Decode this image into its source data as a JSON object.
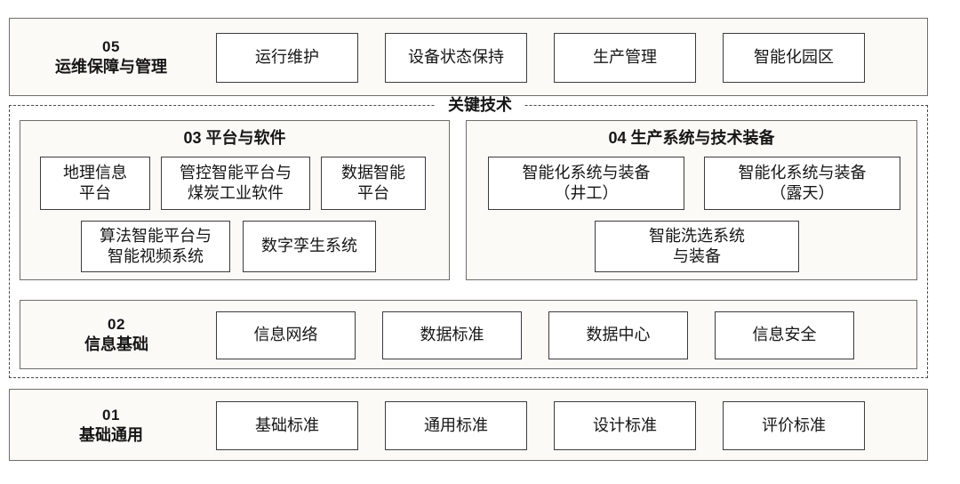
{
  "diagram": {
    "key_tech_caption": "关键技术",
    "colors": {
      "page_background": "#ffffff",
      "band_fill": "#fbfaf7",
      "band_border": "#6f6d69",
      "box_fill": "#ffffff",
      "box_border": "#3c3c3c",
      "dashed_border": "#4a4a4a",
      "text": "#161616"
    }
  },
  "layers": {
    "ops": {
      "number": "05",
      "title": "运维保障与管理",
      "items": [
        {
          "label": "运行维护"
        },
        {
          "label": "设备状态保持"
        },
        {
          "label": "生产管理"
        },
        {
          "label": "智能化园区"
        }
      ]
    },
    "platform": {
      "number": "03",
      "title": "平台与软件",
      "heading": "03 平台与软件",
      "row1": [
        {
          "label": "地理信息\n平台"
        },
        {
          "label": "管控智能平台与\n煤炭工业软件"
        },
        {
          "label": "数据智能\n平台"
        }
      ],
      "row2": [
        {
          "label": "算法智能平台与\n智能视频系统"
        },
        {
          "label": "数字孪生系统"
        }
      ]
    },
    "production": {
      "number": "04",
      "title": "生产系统与技术装备",
      "heading": "04 生产系统与技术装备",
      "row1": [
        {
          "label": "智能化系统与装备\n（井工）"
        },
        {
          "label": "智能化系统与装备\n（露天）"
        }
      ],
      "row2": [
        {
          "label": "智能洗选系统\n与装备"
        }
      ]
    },
    "infrastructure": {
      "number": "02",
      "title": "信息基础",
      "items": [
        {
          "label": "信息网络"
        },
        {
          "label": "数据标准"
        },
        {
          "label": "数据中心"
        },
        {
          "label": "信息安全"
        }
      ]
    },
    "foundation": {
      "number": "01",
      "title": "基础通用",
      "items": [
        {
          "label": "基础标准"
        },
        {
          "label": "通用标准"
        },
        {
          "label": "设计标准"
        },
        {
          "label": "评价标准"
        }
      ]
    }
  }
}
